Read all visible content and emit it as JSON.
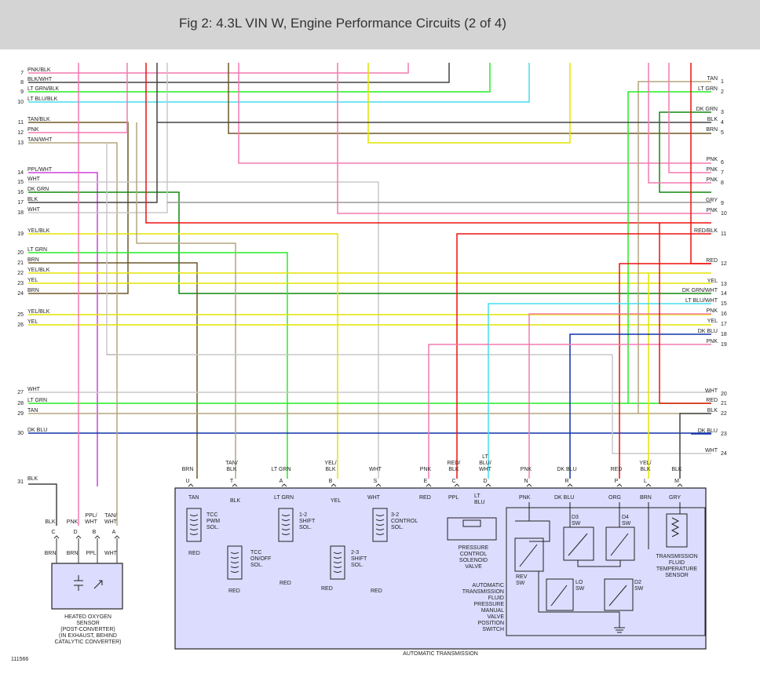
{
  "header": {
    "title": "Fig 2: 4.3L VIN W, Engine Performance Circuits (2 of 4)"
  },
  "colors": {
    "PNK": "#f47ab0",
    "WHT": "#c8c8c8",
    "LT GRN": "#22ee22",
    "LT BLU": "#44ddee",
    "TAN": "#b3a57f",
    "BRN": "#6e5828",
    "PPL": "#cc44dd",
    "DK GRN": "#118811",
    "BLK": "#444444",
    "YEL": "#e4e400",
    "RED": "#ee1111",
    "DK BLU": "#1133aa",
    "GRY": "#999999",
    "ORG": "#ee8822",
    "box_fill": "#dcdcff",
    "box_stroke": "#222222"
  },
  "left_wires": [
    {
      "num": "7",
      "label": "PNK/BLK"
    },
    {
      "num": "8",
      "label": "BLK/WHT"
    },
    {
      "num": "9",
      "label": "LT GRN/BLK"
    },
    {
      "num": "10",
      "label": "LT BLU/BLK"
    },
    {
      "num": "11",
      "label": "TAN/BLK"
    },
    {
      "num": "12",
      "label": "PNK"
    },
    {
      "num": "13",
      "label": "TAN/WHT"
    },
    {
      "num": "14",
      "label": "PPL/WHT"
    },
    {
      "num": "15",
      "label": "WHT"
    },
    {
      "num": "16",
      "label": "DK GRN"
    },
    {
      "num": "17",
      "label": "BLK"
    },
    {
      "num": "18",
      "label": "WHT"
    },
    {
      "num": "19",
      "label": "YEL/BLK"
    },
    {
      "num": "20",
      "label": "LT GRN"
    },
    {
      "num": "21",
      "label": "BRN"
    },
    {
      "num": "22",
      "label": "YEL/BLK"
    },
    {
      "num": "23",
      "label": "YEL"
    },
    {
      "num": "24",
      "label": "BRN"
    },
    {
      "num": "25",
      "label": "YEL/BLK"
    },
    {
      "num": "26",
      "label": "YEL"
    },
    {
      "num": "27",
      "label": "WHT"
    },
    {
      "num": "28",
      "label": "LT GRN"
    },
    {
      "num": "29",
      "label": "TAN"
    },
    {
      "num": "30",
      "label": "DK BLU"
    },
    {
      "num": "31",
      "label": "BLK"
    }
  ],
  "right_wires": [
    {
      "num": "1",
      "label": "TAN"
    },
    {
      "num": "2",
      "label": "LT GRN"
    },
    {
      "num": "3",
      "label": "DK GRN"
    },
    {
      "num": "4",
      "label": "BLK"
    },
    {
      "num": "5",
      "label": "BRN"
    },
    {
      "num": "6",
      "label": "PNK"
    },
    {
      "num": "7",
      "label": "PNK"
    },
    {
      "num": "8",
      "label": "PNK"
    },
    {
      "num": "9",
      "label": "GRY"
    },
    {
      "num": "10",
      "label": "PNK"
    },
    {
      "num": "11",
      "label": "RED/BLK"
    },
    {
      "num": "12",
      "label": "RED"
    },
    {
      "num": "13",
      "label": "YEL"
    },
    {
      "num": "14",
      "label": "DK GRN/WHT"
    },
    {
      "num": "15",
      "label": "LT BLU/WHT"
    },
    {
      "num": "16",
      "label": "PNK"
    },
    {
      "num": "17",
      "label": "YEL"
    },
    {
      "num": "18",
      "label": "DK BLU"
    },
    {
      "num": "19",
      "label": "PNK"
    },
    {
      "num": "20",
      "label": "WHT"
    },
    {
      "num": "21",
      "label": "RED"
    },
    {
      "num": "22",
      "label": "BLK"
    },
    {
      "num": "23",
      "label": "DK BLU"
    },
    {
      "num": "24",
      "label": "WHT"
    }
  ],
  "trans_pins": [
    {
      "color": "BRN",
      "pin": "U"
    },
    {
      "color": "TAN/\nBLK",
      "pin": "T"
    },
    {
      "color": "LT GRN",
      "pin": "A"
    },
    {
      "color": "YEL/\nBLK",
      "pin": "B"
    },
    {
      "color": "WHT",
      "pin": "S"
    },
    {
      "color": "PNK",
      "pin": "E"
    },
    {
      "color": "RED/\nBLK",
      "pin": "C"
    },
    {
      "color": "LT\nBLU/\nWHT",
      "pin": "D"
    },
    {
      "color": "PNK",
      "pin": "N"
    },
    {
      "color": "DK BLU",
      "pin": "R"
    },
    {
      "color": "RED",
      "pin": "P"
    },
    {
      "color": "YEL/\nBLK",
      "pin": "L"
    },
    {
      "color": "BLK",
      "pin": "M"
    }
  ],
  "trans_inner_labels": [
    "TAN",
    "BLK",
    "LT GRN",
    "YEL",
    "WHT",
    "RED",
    "PPL",
    "LT\nBLU",
    "PNK",
    "DK BLU",
    "ORG",
    "BRN",
    "GRY",
    "RED",
    "RED",
    "RED",
    "RED",
    "RED"
  ],
  "components": {
    "tcc_pwm": "TCC\nPWM\nSOL.",
    "tcc_onoff": "TCC\nON/OFF\nSOL.",
    "shift_12": "1-2\nSHIFT\nSOL.",
    "shift_23": "2-3\nSHIFT\nSOL.",
    "control_32": "3-2\nCONTROL\nSOL.",
    "pcs_valve": "PRESSURE\nCONTROL\nSOLENOID\nVALVE",
    "switch_assembly": "AUTOMATIC\nTRANSMISSION\nFLUID\nPRESSURE\nMANUAL\nVALVE\nPOSITION\nSWITCH",
    "rev_sw": "REV\nSW",
    "lo_sw": "LO\nSW",
    "d3_sw": "D3\nSW",
    "d4_sw": "D4\nSW",
    "d2_sw": "D2\nSW",
    "temp_sensor": "TRANSMISSION\nFLUID\nTEMPERATURE\nSENSOR",
    "trans_box": "AUTOMATIC TRANSMISSION",
    "ho2s_pin_colors": [
      "BLK",
      "PNK",
      "PPL/\nWHT",
      "TAN/\nWHT"
    ],
    "ho2s_pins": [
      "C",
      "D",
      "B",
      "A"
    ],
    "ho2s_inner_colors": [
      "BRN",
      "BRN",
      "PPL",
      "WHT"
    ],
    "ho2s_name": "HEATED OXYGEN\nSENSOR\n(POST-CONVERTER)\n(IN EXHAUST, BEHIND\nCATALYTIC CONVERTER)"
  },
  "figure_number": "111566"
}
